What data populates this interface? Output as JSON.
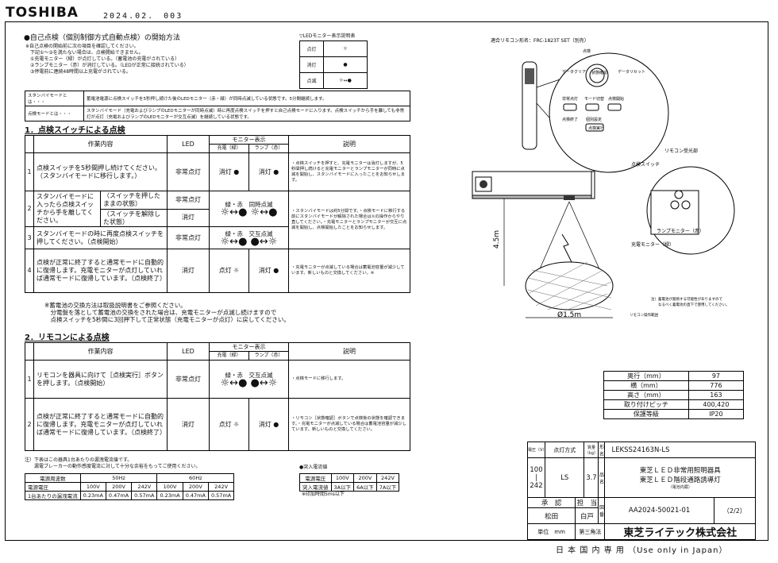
{
  "header": {
    "brand": "TOSHIBA",
    "date": "2024.02.　003"
  },
  "section0": {
    "title": "●自己点検（個別制御方式自動点検）の開始方法",
    "req": [
      "※自己点検の開始前に次の項目を確認してください。",
      "　下記①～③を満たない場合は、点検開始できません。",
      "　①充電モニター（緑）が点灯している。（蓄電池の充電がされている）",
      "　②ランプモニター（赤）が消灯している。（LEDが正常に接続されている）",
      "　③停電前に連続48時間以上充電がされている。"
    ],
    "legend_title": "▽LEDモニター表示説明表",
    "legend": [
      {
        "label": "点灯",
        "sym": "☼"
      },
      {
        "label": "消灯",
        "sym": "●"
      },
      {
        "label": "点滅",
        "sym": "☼↔●"
      }
    ],
    "modes": [
      {
        "name": "スタンバイモードとは・・・",
        "text": "蓄電池電源に点検スイッチを5秒押し続けた後のLEDモニター（赤・緑）が同時点滅している状態です。5分間継続します。"
      },
      {
        "name": "点検モードとは・・・",
        "text": "スタンバイモード（充電およびランプのLEDモニターが同時点滅）時に再度点検スイッチを押すと自己点検モードに入ります。点検スイッチから手を離しても非常灯が点灯（充電およびランプのLEDモニターが交互点滅）を継続している状態です。"
      }
    ]
  },
  "section1": {
    "title": "1．点検スイッチによる点検",
    "head": {
      "work": "作業内容",
      "led": "LED",
      "monitor": "モニター表示",
      "charge": "充電（緑）",
      "lamp": "ランプ（赤）",
      "desc": "説明"
    },
    "rows": [
      {
        "no": "1",
        "work": "点検スイッチを5秒間押し続けてください。（スタンバイモードに移行します。）",
        "led": "非常点灯",
        "charge": "消灯 ●",
        "lamp": "消灯 ●",
        "desc": "・点検スイッチを押すと、充電モニターは消灯しますが、5秒間押し続けると充電モニターとランプモニターが同時に点滅を開始し、スタンバイモードに入ったことをお知らせします。"
      },
      {
        "no": "2",
        "work_a": "スタンバイモードに入ったら点検スイッチから手を離してください。",
        "work_b1": "（スイッチを押したままの状態）",
        "led_b1": "非常点灯",
        "work_b2": "（スイッチを解除した状態）",
        "led_b2": "消灯",
        "mon_top": "緑・赤　同時点滅",
        "mon_sym": "☼↔● ☼↔●",
        "desc": "・スタンバイモードは約5分間です。・点検モードに移行する前にスタンバイモードが解除された場合は①の操作からやり直してください。・充電モニターとランプモニターが交互に点滅を開始し、点検開始したことをお知らせします。"
      },
      {
        "no": "3",
        "work": "スタンバイモードの時に再度点検スイッチを押してください。（点検開始）",
        "led": "非常点灯",
        "mon_top": "緑・赤　交互点滅",
        "mon_sym": "☼↔● ●↔☼"
      },
      {
        "no": "4",
        "work": "点検が正常に終了すると通常モードに自動的に復帰します。充電モニターが点灯していれば通常モードに復帰しています。（点検終了）",
        "led": "消灯",
        "charge": "点灯 ☼",
        "lamp": "消灯 ●",
        "desc": "・充電モニターが点滅している場合は蓄電池容量が減少しています。新しいものと交換してください。※"
      }
    ],
    "notes": [
      "※蓄電池の交換方法は取扱説明書をご参照ください。",
      "　分電盤を落として蓄電池の交換をされた場合は、充電モニターが点滅し続けますので",
      "　点検スイッチを5秒間に3回押下して正常状態（充電モニターが点灯）に戻してください。"
    ]
  },
  "section2": {
    "title": "2．リモコンによる点検",
    "rows": [
      {
        "no": "1",
        "work": "リモコンを器具に向けて［点検実行］ボタンを押します。（点検開始）",
        "led": "非常点灯",
        "mon_top": "緑・赤　交互点滅",
        "mon_sym": "☼↔● ●↔☼",
        "desc": "・点検モードに移行します。"
      },
      {
        "no": "2",
        "work": "点検が正常に終了すると通常モードに自動的に復帰します。充電モニターが点灯していれば通常モードに復帰しています。（点検終了）",
        "led": "消灯",
        "charge": "点灯 ☼",
        "lamp": "消灯 ●",
        "desc": "・リモコン［状態確認］ボタンで点検後の状態を確認できます。・充電モニターが点滅している場合は蓄電池容量が減少しています。新しいものと交換してください。"
      }
    ]
  },
  "current": {
    "note1": "注）下表はこの器具1台あたりの漏洩電流値です。",
    "note2": "　　漏電ブレーカーの動作感度電流に対して十分な余裕をもってご使用ください。",
    "freq_label": "電源周波数",
    "f50": "50Hz",
    "f60": "60Hz",
    "volt_label": "電源電圧",
    "volts": [
      "100V",
      "200V",
      "242V",
      "100V",
      "200V",
      "242V"
    ],
    "row_label": "1台あたりの漏洩電流",
    "vals": [
      "0.23mA",
      "0.47mA",
      "0.57mA",
      "0.23mA",
      "0.47mA",
      "0.57mA"
    ]
  },
  "inrush": {
    "title": "●突入電流値",
    "v_label": "電源電圧",
    "volts": [
      "100V",
      "200V",
      "242V"
    ],
    "i_label": "突入電流値",
    "vals": [
      "3A以下",
      "6A以下",
      "7A以下"
    ],
    "note": "※印加時間5ms以下"
  },
  "diagram": {
    "remote_note": "適合リモコン形名：FRC-1823T SET（別売）",
    "btn_labels": [
      "点検",
      "状態確認",
      "データクリア",
      "データリセット",
      "非常点灯",
      "モード切替",
      "点検開始",
      "点検終了",
      "個別設定",
      "点検実行"
    ],
    "dim_h": "4.5m",
    "dim_w": "Ø1.5m",
    "lbl_receiver": "リモコン受光部",
    "lbl_switch": "点検スイッチ",
    "lbl_lamp": "ランプモニター（赤）",
    "lbl_charge": "充電モニター（緑）",
    "note_a": "注）蓄電池が発熱する可能性がありますので",
    "note_b": "　　なるべく蓄電池の直下で使用してください。",
    "note_c": "リモコン操作範囲"
  },
  "spec": [
    [
      "奥行（mm）",
      "97"
    ],
    [
      "横（mm）",
      "776"
    ],
    [
      "高さ（mm）",
      "163"
    ],
    [
      "取り付けピッチ",
      "400,420"
    ],
    [
      "保護等級",
      "IP20"
    ]
  ],
  "title_block": {
    "volt_h": "電圧（V）",
    "method_h": "点灯方式",
    "mass_h": "質量（kg）",
    "form_h": "形名",
    "model": "LEKSS24163N-LS",
    "volt_v": "100\n|\n242",
    "method": "LS",
    "mass": "3.7",
    "name_h": "品名",
    "name1": "東芝ＬＥＤ非常用照明器具",
    "name2": "東芝ＬＥＤ階段通路誘導灯",
    "name3": "（電池内蔵）",
    "approve": "承　認",
    "charge": "担　当",
    "approver": "松田",
    "drafter": "白戸",
    "drawing_h": "図番",
    "drawing": "AA2024-50021-01",
    "page": "（2/2）",
    "unit": "単位　mm",
    "projection": "第三角法",
    "company": "東芝ライテック株式会社"
  },
  "footer": "日 本 国 内 専 用 （Use only in Japan）"
}
